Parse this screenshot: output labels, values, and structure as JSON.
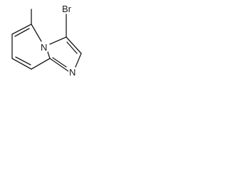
{
  "molecule": {
    "atoms": {
      "bromine": "Br",
      "bridgehead_nitrogen": "N",
      "imine_nitrogen": "N"
    },
    "bond_color": "#1a1a1a",
    "substituents": [
      "methyl",
      "bromo"
    ]
  }
}
